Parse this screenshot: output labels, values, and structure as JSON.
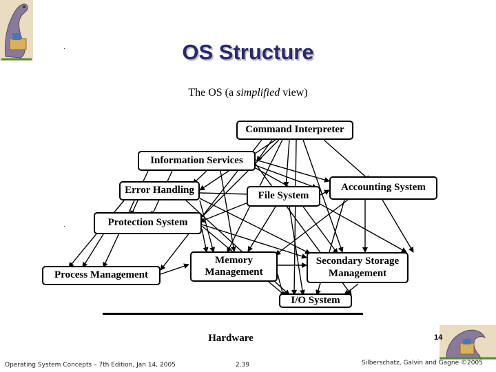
{
  "title": "OS Structure",
  "subtitle": {
    "prefix": "The OS (a ",
    "emph": "simplified",
    "suffix": " view)"
  },
  "components": {
    "command_interpreter": "Command Interpreter",
    "information_services": "Information Services",
    "error_handling": "Error Handling",
    "file_system": "File System",
    "accounting_system": "Accounting System",
    "protection_system": "Protection System",
    "process_management": "Process Management",
    "memory_management": "Memory Management",
    "secondary_storage_management": "Secondary Storage Management",
    "io_system": "I/O System",
    "hardware": "Hardware"
  },
  "footer": {
    "left": "Operating System Concepts – 7th Edition, Jan 14, 2005",
    "center": "2.39",
    "right": "Silberschatz, Galvin and Gagne ©2005"
  },
  "page_number": "14",
  "icons": {
    "top_left": "dinosaur-logo-icon",
    "bottom_right": "dinosaur-logo-icon"
  },
  "colors": {
    "title": "#2a2a66",
    "title_shadow": "#b8b8c8",
    "logo_bg": "#e9dcc0"
  }
}
